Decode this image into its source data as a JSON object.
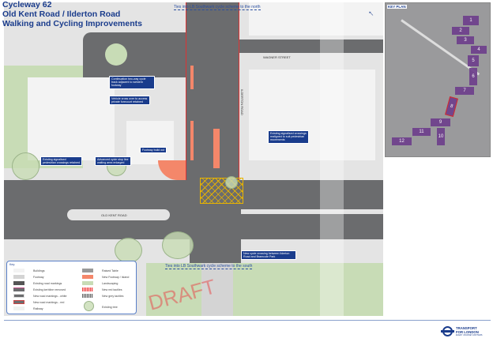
{
  "title": {
    "line1": "Cycleway 62",
    "line2": "Old Kent Road / Ilderton Road",
    "line3": "Walking and Cycling Improvements"
  },
  "ties": {
    "north": "Ties into LB Southwark cycle scheme to the north",
    "south": "Ties into LB Southwark cycle scheme to the south"
  },
  "streets": {
    "wagner": "WAGNER STREET",
    "ilderton": "ILDERTON ROAD",
    "old_kent": "OLD KENT ROAD"
  },
  "callouts": [
    "Continuation two-way cycle track adjacent to western footway",
    "Vehicle cross over to access private forecourt retained",
    "Footway build out",
    "Existing signalised crossings realigned to suit pedestrian movements",
    "Existing signalised pedestrian crossings retained",
    "Advanced cycle stop line waiting area enlarged",
    "New cycle crossing between Ilderton Road and Bramcote Park"
  ],
  "watermark": "DRAFT",
  "key": {
    "title": "Key:",
    "items": [
      "Buildings",
      "Footway",
      "Existing road markings",
      "Existing kerbline removed",
      "New road markings - white",
      "New road markings - red",
      "Railway",
      "Raised Table",
      "New Footway / Island",
      "Landscaping",
      "New red tactiles",
      "New grey tactiles",
      "Existing tree"
    ]
  },
  "key_plan": {
    "title": "KEY PLAN",
    "segments": [
      "1",
      "2",
      "3",
      "4",
      "5",
      "6",
      "7",
      "8",
      "9",
      "10",
      "11",
      "12"
    ],
    "highlighted": "8"
  },
  "logo": {
    "line1": "TRANSPORT",
    "line2": "FOR LONDON",
    "line3": "EVERY JOURNEY MATTERS"
  },
  "colors": {
    "brand": "#1a3c8c",
    "cycle": "#f4876a",
    "highlight": "#e02020",
    "segment": "#6e3f8c",
    "box": "#e8b400"
  }
}
